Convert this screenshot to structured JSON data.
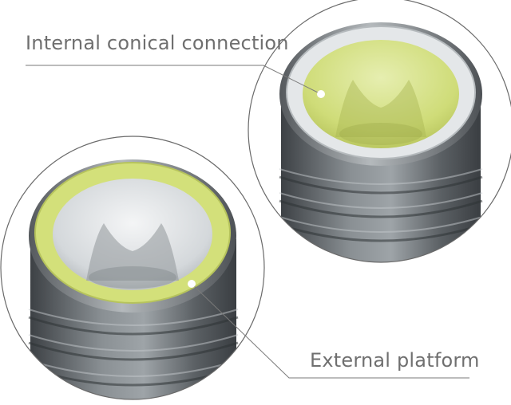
{
  "labels": {
    "internal": "Internal conical connection",
    "external": "External platform"
  },
  "colors": {
    "background": "#ffffff",
    "label_text": "#6f6f6f",
    "leader_line": "#7a7a7a",
    "circle_outline": "#6a6a6a",
    "implant_metal_dark": "#4a4e52",
    "implant_metal_light": "#9aa0a4",
    "highlight_green": "#d3e07a",
    "platform_silver": "#dfe3e6"
  },
  "icons": {
    "callout_dot": "white-dot"
  }
}
